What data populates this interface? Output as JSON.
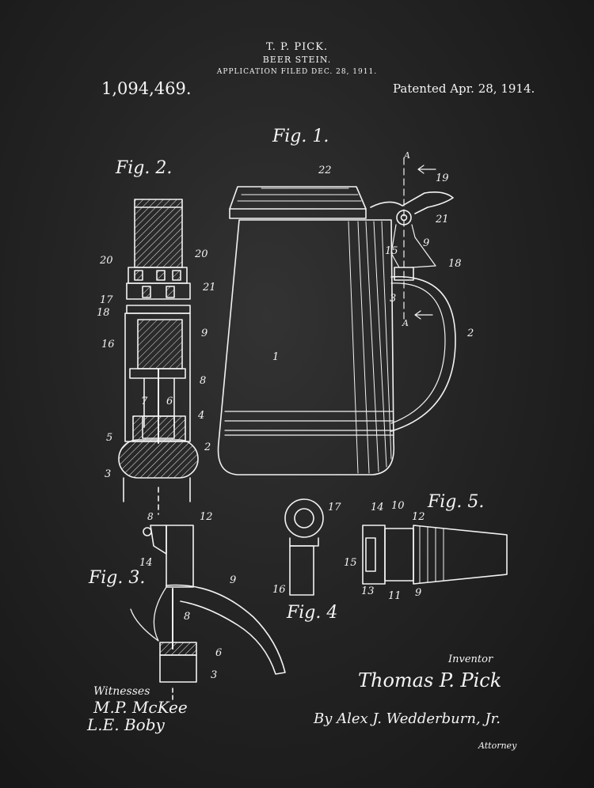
{
  "header": {
    "inventor_name": "T. P. PICK.",
    "invention": "BEER STEIN.",
    "application_filed": "APPLICATION FILED DEC. 28, 1911.",
    "patent_number": "1,094,469.",
    "patented": "Patented Apr. 28, 1914."
  },
  "figures": {
    "fig1": "Fig. 1.",
    "fig2": "Fig. 2.",
    "fig3": "Fig. 3.",
    "fig4": "Fig. 4",
    "fig5": "Fig. 5."
  },
  "ref_numerals": {
    "fig1": [
      "1",
      "2",
      "3",
      "9",
      "15",
      "18",
      "19",
      "21",
      "22",
      "A",
      "A"
    ],
    "fig2": [
      "2",
      "3",
      "4",
      "5",
      "6",
      "7",
      "8",
      "9",
      "16",
      "17",
      "18",
      "20",
      "20",
      "21",
      "8"
    ],
    "fig3": [
      "3",
      "6",
      "8",
      "9",
      "12",
      "14"
    ],
    "fig4": [
      "16",
      "17"
    ],
    "fig5": [
      "9",
      "10",
      "11",
      "12",
      "13",
      "14",
      "15"
    ]
  },
  "signatures": {
    "witnesses_label": "Witnesses",
    "witness1": "M.P. McKee",
    "witness2": "L.E. Boby",
    "inventor_label": "Inventor",
    "inventor_signature": "Thomas P. Pick",
    "by_attorney": "By Alex J. Wedderburn, Jr.",
    "attorney_label": "Attorney"
  },
  "colors": {
    "chalk": "#f2f2f2",
    "board": "#242424"
  }
}
